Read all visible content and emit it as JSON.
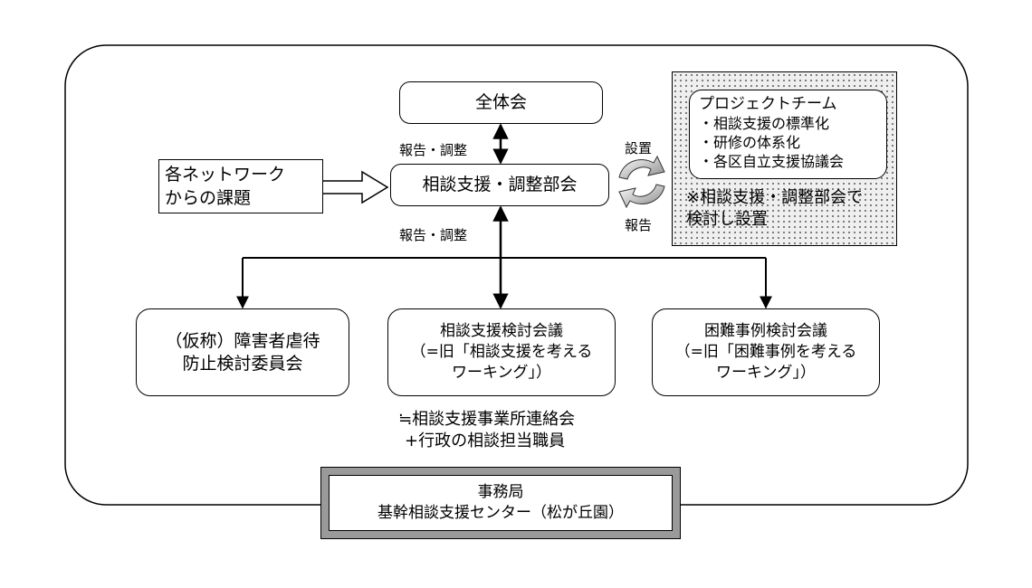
{
  "plenary": {
    "label": "全体会"
  },
  "subcommittee": {
    "label": "相談支援・調整部会"
  },
  "report_adjust_upper": "報告・調整",
  "report_adjust_lower": "報告・調整",
  "network_issue": {
    "line1": "各ネットワーク",
    "line2": "からの課題"
  },
  "setup_label": "設置",
  "report_label": "報告",
  "project_team": {
    "title": "プロジェクトチーム",
    "items": [
      "・相談支援の標準化",
      "・研修の体系化",
      "・各区自立支援協議会"
    ]
  },
  "project_note": {
    "line1": "※相談支援・調整部会で",
    "line2": "検討し設置"
  },
  "abuse_committee": {
    "line1": "（仮称）障害者虐待",
    "line2": "防止検討委員会"
  },
  "consult_meeting": {
    "line1": "相談支援検討会議",
    "line2": "（=旧「相談支援を考える",
    "line3": "ワーキング」）"
  },
  "difficult_meeting": {
    "line1": "困難事例検討会議",
    "line2": "（=旧「困難事例を考える",
    "line3": "ワーキング」）"
  },
  "consult_note": {
    "line1": "≒相談支援事業所連絡会",
    "line2": "+行政の相談担当職員"
  },
  "secretariat": {
    "line1": "事務局",
    "line2": "基幹相談支援センター（松が丘園）"
  }
}
